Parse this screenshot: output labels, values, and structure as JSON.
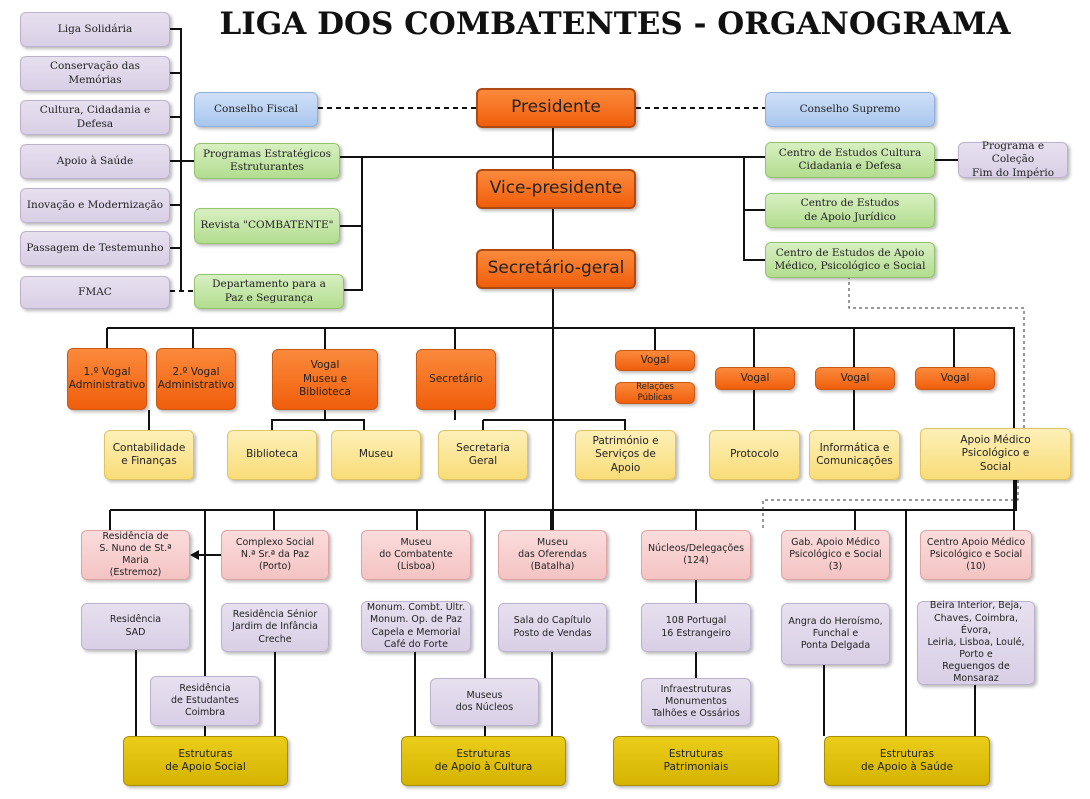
{
  "title": "LIGA DOS COMBATENTES - ORGANOGRAMA",
  "leadership": {
    "presidente": "Presidente",
    "vice_presidente": "Vice-presidente",
    "secretario_geral": "Secretário-geral",
    "conselho_fiscal": "Conselho Fiscal",
    "conselho_supremo": "Conselho Supremo"
  },
  "left_list": [
    "Liga Solidária",
    "Conservação das Memórias",
    "Cultura, Cidadania e Defesa",
    "Apoio à Saúde",
    "Inovação e Modernização",
    "Passagem de Testemunho"
  ],
  "fmac": "FMAC",
  "left_green": {
    "programas": "Programas Estratégicos\nEstruturantes",
    "revista": "Revista \"COMBATENTE\"",
    "departamento": "Departamento para a\nPaz e Segurança"
  },
  "right_green": {
    "centro_cultura": "Centro de Estudos Cultura\nCidadania e Defesa",
    "centro_juridico": "Centro de Estudos\nde Apoio Jurídico",
    "centro_medico": "Centro de Estudos de Apoio\nMédico, Psicológico e Social"
  },
  "programa_colecao": "Programa e Coleção\nFim do Império",
  "vogais": {
    "vogal1": "1.º Vogal\nAdministrativo",
    "vogal2": "2.º Vogal\nAdministrativo",
    "vogal_museu": "Vogal\nMuseu e Biblioteca",
    "secretario": "Secretário",
    "vogal_rp": "Vogal",
    "relacoes_publicas": "Relações Públicas",
    "vogal_a": "Vogal",
    "vogal_b": "Vogal",
    "vogal_c": "Vogal"
  },
  "services": {
    "contabilidade": "Contabilidade\ne Finanças",
    "biblioteca": "Biblioteca",
    "museu": "Museu",
    "secretaria": "Secretaria\nGeral",
    "patrimonio": "Património e\nServiços de Apoio",
    "protocolo": "Protocolo",
    "informatica": "Informática e\nComunicações",
    "apoio_medico": "Apoio Médico\nPsicológico e\nSocial"
  },
  "units": {
    "residencia_nuno": "Residência de\nS. Nuno de St.ª Maria\n(Estremoz)",
    "complexo_social": "Complexo Social\nN.ª Sr.ª da Paz\n(Porto)",
    "museu_combatente": "Museu\ndo Combatente\n(Lisboa)",
    "museu_oferendas": "Museu\ndas Oferendas\n(Batalha)",
    "nucleos": "Núcleos/Delegações\n(124)",
    "gab_apoio": "Gab. Apoio Médico\nPsicológico e Social\n(3)",
    "centro_apoio": "Centro Apoio Médico\nPsicológico e Social\n(10)"
  },
  "details": {
    "residencia_sad": "Residência\nSAD",
    "residencia_senior": "Residência Sénior\nJardim de Infância\nCreche",
    "monumentos": "Monum. Combt. Ultr.\nMonum. Op. de Paz\nCapela e Memorial\nCafé do Forte",
    "sala_capitulo": "Sala do Capítulo\nPosto de Vendas",
    "portugal_estrangeiro": "108 Portugal\n16 Estrangeiro",
    "angra": "Angra do Heroísmo,\nFunchal e\nPonta Delgada",
    "beira": "Beira Interior, Beja,\nChaves, Coimbra, Évora,\nLeiria, Lisboa, Loulé,\nPorto e\nReguengos de Monsaraz",
    "residencia_estudantes": "Residência\nde Estudantes\nCoimbra",
    "museus_nucleos": "Museus\ndos Núcleos",
    "infraestruturas": "Infraestruturas\nMonumentos\nTalhões e Ossários"
  },
  "estruturas": {
    "social": "Estruturas\nde Apoio Social",
    "cultura": "Estruturas\nde Apoio à Cultura",
    "patrimoniais": "Estruturas\nPatrimoniais",
    "saude": "Estruturas\nde Apoio à Saúde"
  }
}
